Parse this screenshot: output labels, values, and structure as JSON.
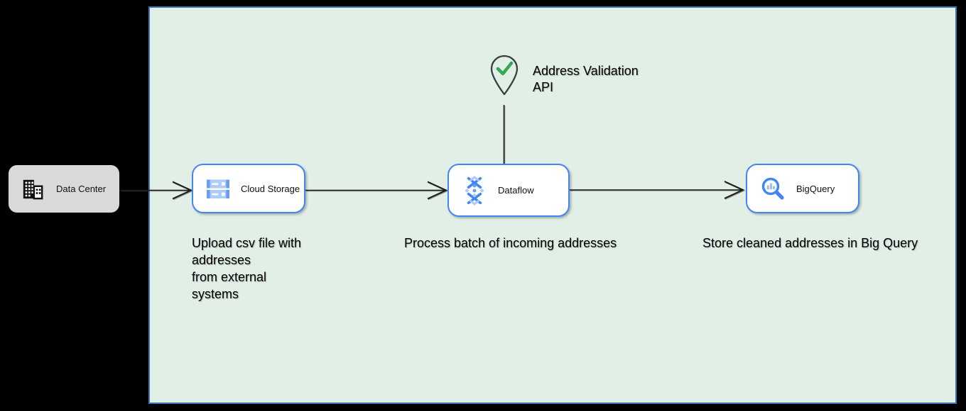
{
  "colors": {
    "canvas-bg": "#000000",
    "panel-bg": "#e2efe7",
    "panel-border": "#3876b4",
    "node-border": "#4285f4",
    "node-bg": "#ffffff",
    "external-node-bg": "#d9d9d9",
    "text": "#000000",
    "connector": "#1a1a1a",
    "check-green": "#34a853",
    "pin-outline": "#3a3f42",
    "icon-blue": "#4285f4",
    "icon-blue-mid": "#669df6",
    "icon-blue-light": "#aecbfa"
  },
  "external_node": {
    "label": "Data Center"
  },
  "nodes": [
    {
      "id": "cloud-storage",
      "label": "Cloud Storage",
      "caption": "Upload csv file with\naddresses\nfrom external\nsystems"
    },
    {
      "id": "dataflow",
      "label": "Dataflow",
      "caption": "Process batch of incoming addresses"
    },
    {
      "id": "bigquery",
      "label": "BigQuery",
      "caption": "Store cleaned addresses in Big Query"
    }
  ],
  "annotation": {
    "label": "Address Validation\nAPI"
  }
}
